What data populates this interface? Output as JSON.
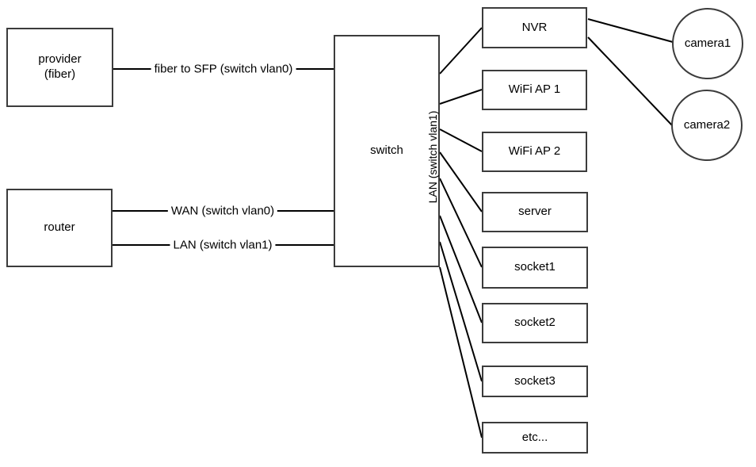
{
  "nodes": {
    "provider": {
      "label": "provider\n(fiber)",
      "shape": "rectangle"
    },
    "router": {
      "label": "router",
      "shape": "rectangle"
    },
    "switch": {
      "label": "switch",
      "shape": "rectangle"
    },
    "nvr": {
      "label": "NVR",
      "shape": "rectangle"
    },
    "wifi_ap_1": {
      "label": "WiFi AP 1",
      "shape": "rectangle"
    },
    "wifi_ap_2": {
      "label": "WiFi AP 2",
      "shape": "rectangle"
    },
    "server": {
      "label": "server",
      "shape": "rectangle"
    },
    "socket1": {
      "label": "socket1",
      "shape": "rectangle"
    },
    "socket2": {
      "label": "socket2",
      "shape": "rectangle"
    },
    "socket3": {
      "label": "socket3",
      "shape": "rectangle"
    },
    "etc": {
      "label": "etc...",
      "shape": "rectangle"
    },
    "camera1": {
      "label": "camera1",
      "shape": "ellipse"
    },
    "camera2": {
      "label": "camera2",
      "shape": "ellipse"
    }
  },
  "edge_labels": {
    "provider_switch": "fiber to SFP (switch vlan0)",
    "router_switch_wan": "WAN (switch vlan0)",
    "router_switch_lan": "LAN (switch vlan1)",
    "switch_lan_ports": "LAN (switch vlan1)"
  },
  "connections": [
    {
      "from": "provider",
      "to": "switch",
      "label": "fiber to SFP (switch vlan0)"
    },
    {
      "from": "router",
      "to": "switch",
      "label": "WAN (switch vlan0)"
    },
    {
      "from": "router",
      "to": "switch",
      "label": "LAN (switch vlan1)"
    },
    {
      "from": "switch",
      "to": "nvr",
      "label": ""
    },
    {
      "from": "switch",
      "to": "wifi_ap_1",
      "label": ""
    },
    {
      "from": "switch",
      "to": "wifi_ap_2",
      "label": ""
    },
    {
      "from": "switch",
      "to": "server",
      "label": ""
    },
    {
      "from": "switch",
      "to": "socket1",
      "label": ""
    },
    {
      "from": "switch",
      "to": "socket2",
      "label": ""
    },
    {
      "from": "switch",
      "to": "socket3",
      "label": ""
    },
    {
      "from": "switch",
      "to": "etc",
      "label": ""
    },
    {
      "from": "nvr",
      "to": "camera1",
      "label": ""
    },
    {
      "from": "nvr",
      "to": "camera2",
      "label": ""
    }
  ],
  "colors": {
    "node_border": "#3c3c3c",
    "edge": "#000000",
    "text": "#000000",
    "background": "#ffffff",
    "grid_minor": "#ededf8",
    "grid_major": "#dfdff0"
  }
}
